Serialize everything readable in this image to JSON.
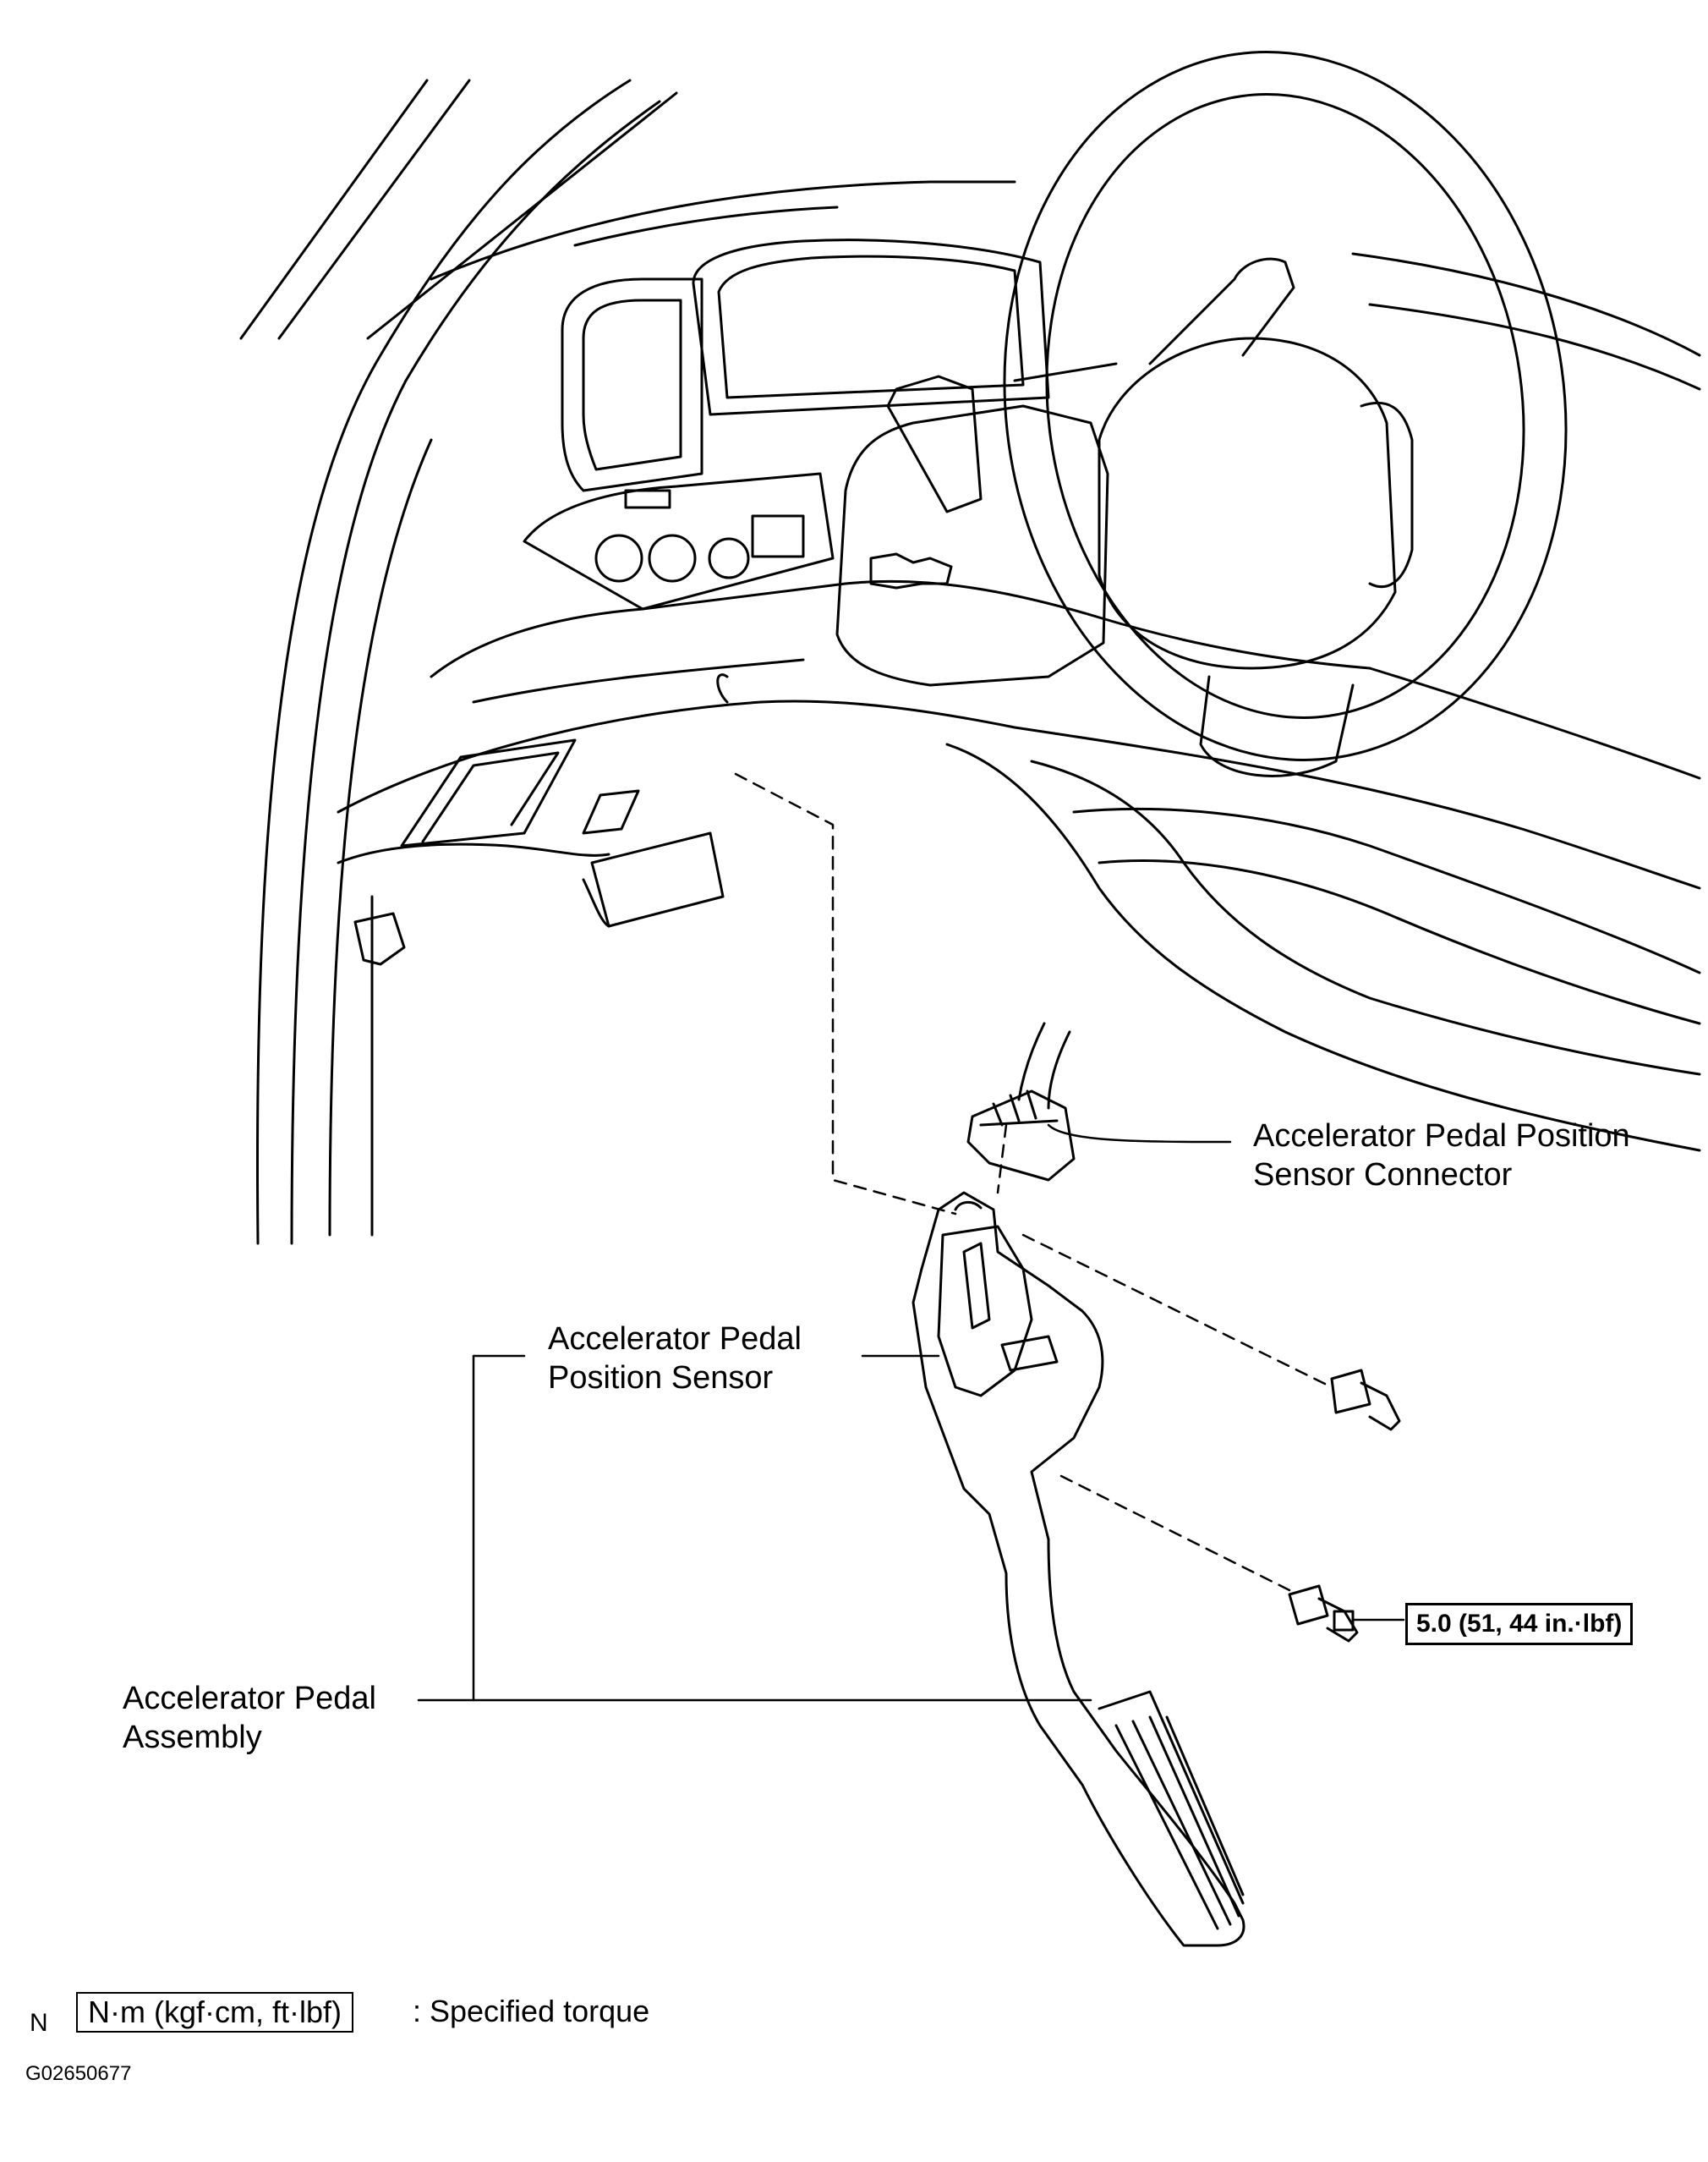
{
  "labels": {
    "connector": [
      "Accelerator Pedal Position",
      "Sensor Connector"
    ],
    "sensor": [
      "Accelerator  Pedal",
      "Position Sensor"
    ],
    "assembly": [
      "Accelerator Pedal",
      "Assembly"
    ]
  },
  "torque": {
    "value": "5.0 (51, 44 in.·lbf)"
  },
  "legend": {
    "prefix": "N",
    "unit_box": "N·m (kgf·cm, ft·lbf)",
    "description": ": Specified torque"
  },
  "figure_id": "G02650677"
}
